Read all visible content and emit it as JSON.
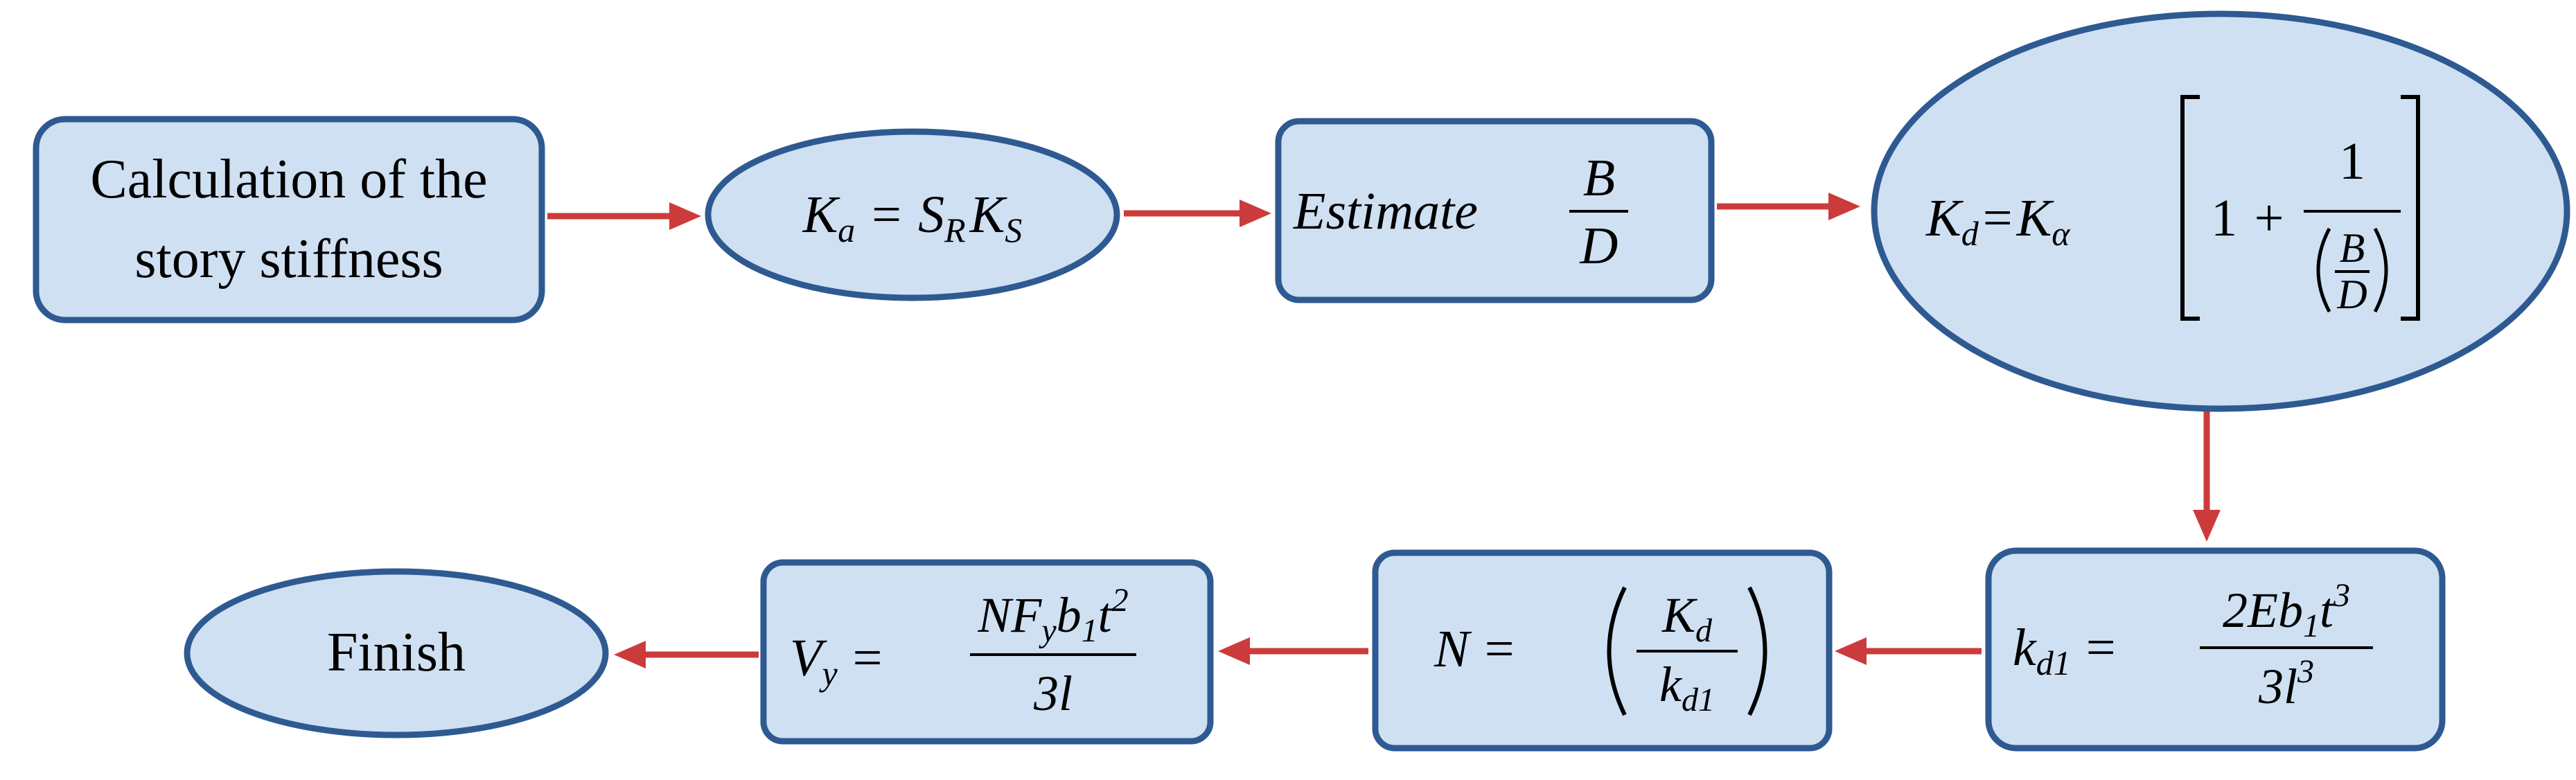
{
  "nodes": {
    "n1": {
      "line1": "Calculation of the",
      "line2": "story stiffness"
    },
    "n2": {
      "lhs": "K",
      "lhs_sub": "a",
      "eq": "=",
      "t1": "S",
      "t1_sub": "R",
      "t2": "K",
      "t2_sub": "S"
    },
    "n3": {
      "word": "Estimate",
      "num": "B",
      "den": "D"
    },
    "n4": {
      "lhs": "K",
      "lhs_sub": "d",
      "eq": "=",
      "k": "K",
      "k_sub": "α",
      "one": "1",
      "plus": "+",
      "num1": "1",
      "inner_num": "B",
      "inner_den": "D"
    },
    "n5": {
      "lhs": "k",
      "lhs_sub": "d1",
      "eq": "=",
      "num": "2Eb",
      "num_sub": "1",
      "num_t": "t",
      "num_sup": "3",
      "den": "3l",
      "den_sup": "3"
    },
    "n6": {
      "lhs": "N",
      "eq": "=",
      "num": "K",
      "num_sub": "d",
      "den": "k",
      "den_sub": "d1"
    },
    "n7": {
      "lhs": "V",
      "lhs_sub": "y",
      "eq": "=",
      "num_a": "NF",
      "num_a_sub": "y",
      "num_b": "b",
      "num_b_sub": "1",
      "num_t": "t",
      "num_sup": "2",
      "den": "3l"
    },
    "n8": {
      "label": "Finish"
    }
  },
  "colors": {
    "fill": "#cfe0f3",
    "stroke": "#2e5a91",
    "arrow": "#cc3b3b"
  }
}
